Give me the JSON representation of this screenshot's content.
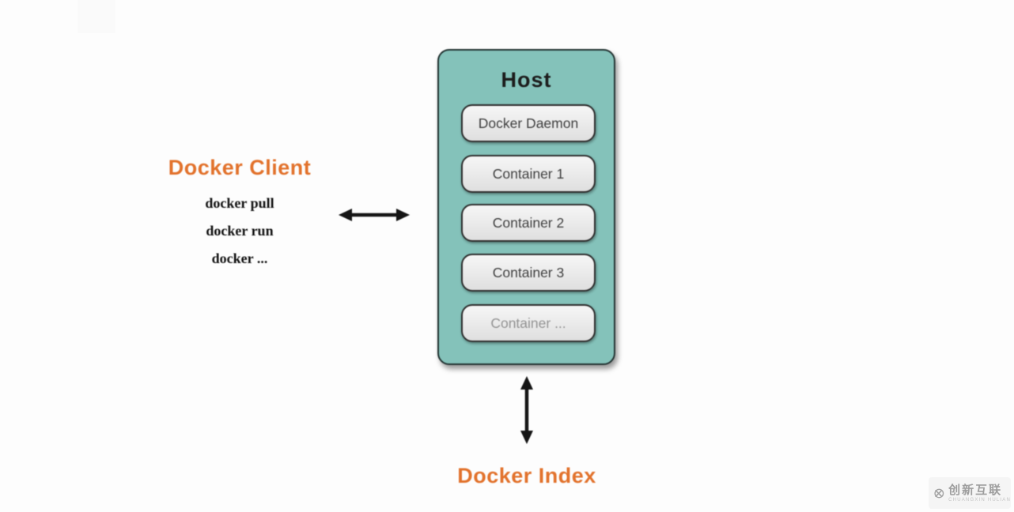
{
  "page": {
    "background": "#fdfdfd"
  },
  "client": {
    "title": "Docker Client",
    "commands": [
      "docker pull",
      "docker run",
      "docker ..."
    ]
  },
  "host": {
    "title": "Host",
    "boxes": [
      {
        "label": "Docker Daemon"
      },
      {
        "label": "Container 1"
      },
      {
        "label": "Container 2"
      },
      {
        "label": "Container 3"
      },
      {
        "label": "Container ..."
      }
    ]
  },
  "index": {
    "title": "Docker Index"
  },
  "arrows": [
    {
      "name": "client-host-arrow",
      "direction": "horizontal-double"
    },
    {
      "name": "host-index-arrow",
      "direction": "vertical-double"
    }
  ],
  "colors": {
    "accent_orange": "#e2722c",
    "host_fill": "#84c2ba",
    "host_border": "#243433",
    "inner_box_fill": "#e6e6e6",
    "inner_box_border": "#2f2f2f",
    "arrow": "#151515",
    "muted_label": "#949494"
  },
  "watermark": {
    "brand": "创新互联",
    "subtext": "CHUANGXIN HULIAN"
  }
}
